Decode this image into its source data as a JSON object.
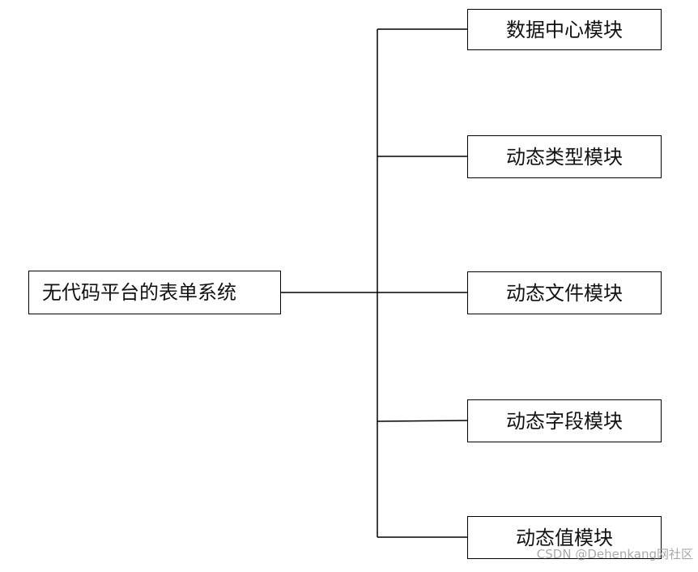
{
  "root": {
    "label": "无代码平台的表单系统"
  },
  "modules": [
    {
      "label": "数据中心模块"
    },
    {
      "label": "动态类型模块"
    },
    {
      "label": "动态文件模块"
    },
    {
      "label": "动态字段模块"
    },
    {
      "label": "动态值模块"
    }
  ],
  "watermark": "CSDN @Dehenkang网社区"
}
